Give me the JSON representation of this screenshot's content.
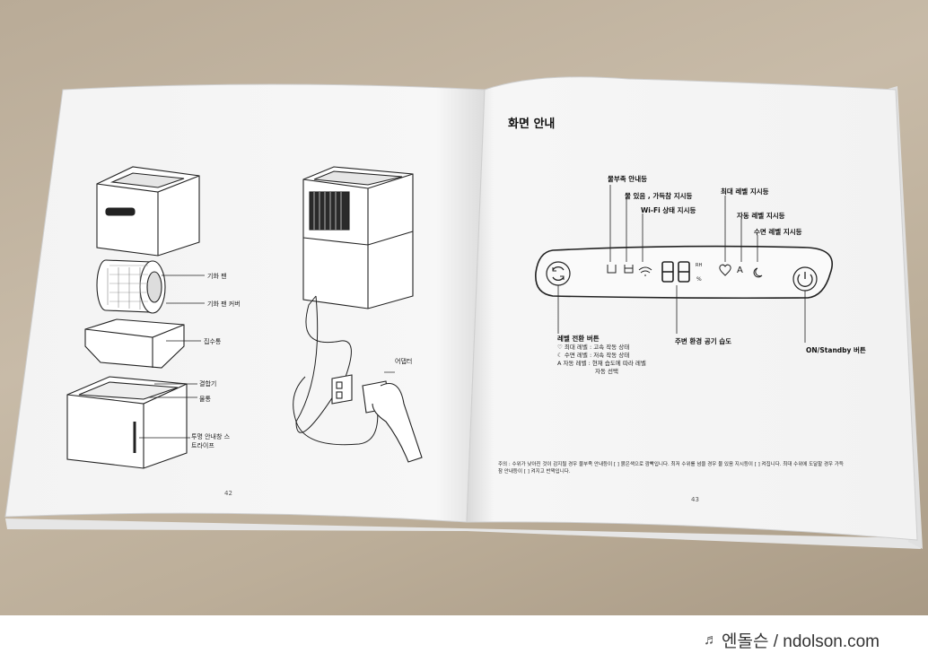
{
  "left_page": {
    "labels": {
      "fan": "기화 팬",
      "fan_cover": "기화 팬 커버",
      "water_collector": "집수통",
      "combiner": "결합기",
      "water_tank": "물통",
      "stripe_line1": "투명 안내창 스",
      "stripe_line2": "트라이프",
      "adapter": "어댑터"
    },
    "page_number": "42"
  },
  "right_page": {
    "title": "화면 안내",
    "callouts": {
      "water_shortage": "물부족 안내등",
      "water_full": "물 있음 , 가득참 지시등",
      "wifi": "Wi-Fi 상태 지시등",
      "max_level": "최대 레벨 지시등",
      "auto_level": "자동 레벨 지시등",
      "sleep_level": "수면 레벨 지시등",
      "level_switch": "레벨 전환 버튼",
      "ambient_humidity": "주변 환경 공기 습도",
      "power_button": "ON/Standby 버튼"
    },
    "display": {
      "digits": "88",
      "unit_rh": "RH",
      "unit_pct": "%",
      "auto_letter": "A"
    },
    "legend": [
      "♡ 최대 레벨 : 고속 작동 상태",
      "☾ 수면 레벨 : 저속 작동 상태",
      "A 자동 레벨 : 현재 습도에 따라 레벨",
      "자동 선택"
    ],
    "note_line1": "주의 : 수위가 낮아진 것이 감지될 경우 물부족 안내등이 [ ] 붉은색으로 깜빡입니다. 최저 수위를 넘을 경우 물 있음 지시등이 [ ] 켜집니다. 최대 수위에 도달할 경우 가득",
    "note_line2": "참 안내등이 [ ] 켜지고 반짝입니다.",
    "page_number": "43"
  },
  "watermark": {
    "text": "엔돌슨 / ndolson.com",
    "icon": "music-note-icon"
  },
  "colors": {
    "paper": "#f4f4f4",
    "table": "#c2b5a1",
    "ink": "#1a1a1a"
  }
}
